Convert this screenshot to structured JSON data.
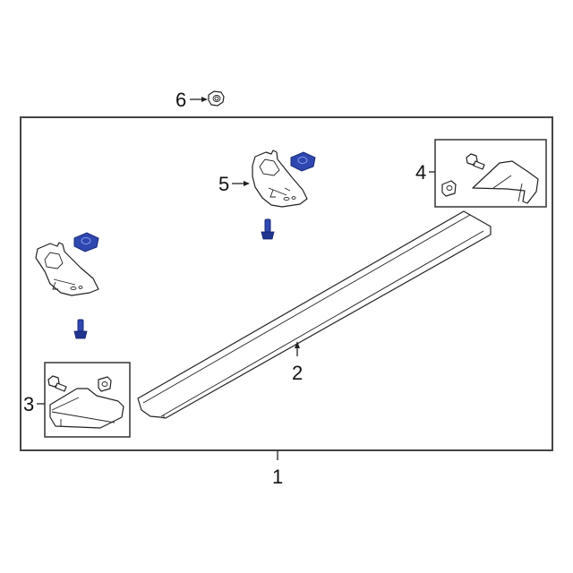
{
  "diagram": {
    "type": "exploded-parts-diagram",
    "subject": "Running board / step bar assembly",
    "callouts": [
      {
        "id": "1",
        "label": "1",
        "description": "Running board assembly (overall frame)"
      },
      {
        "id": "2",
        "label": "2",
        "description": "Running board / step bar"
      },
      {
        "id": "3",
        "label": "3",
        "description": "Front end cap kit (end cap, bolt, clip nut)"
      },
      {
        "id": "4",
        "label": "4",
        "description": "Rear end cap kit (end cap, bolt, clip nut)"
      },
      {
        "id": "5",
        "label": "5",
        "description": "Mounting bracket"
      },
      {
        "id": "6",
        "label": "6",
        "description": "Nut"
      }
    ],
    "colors": {
      "line": "#222222",
      "frame": "#444444",
      "highlight_fastener": "#2f47b0",
      "background": "#ffffff"
    }
  }
}
